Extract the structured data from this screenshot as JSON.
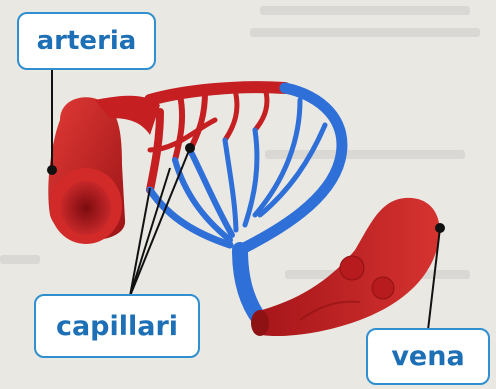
{
  "labels": {
    "artery": "arteria",
    "capillaries": "capillari",
    "vein": "vena"
  },
  "colors": {
    "artery_red": "#c51f22",
    "vein_blue": "#2f6fd8",
    "label_border": "#2f8fcf",
    "label_text": "#1d6fb6",
    "pointer": "#111111"
  }
}
